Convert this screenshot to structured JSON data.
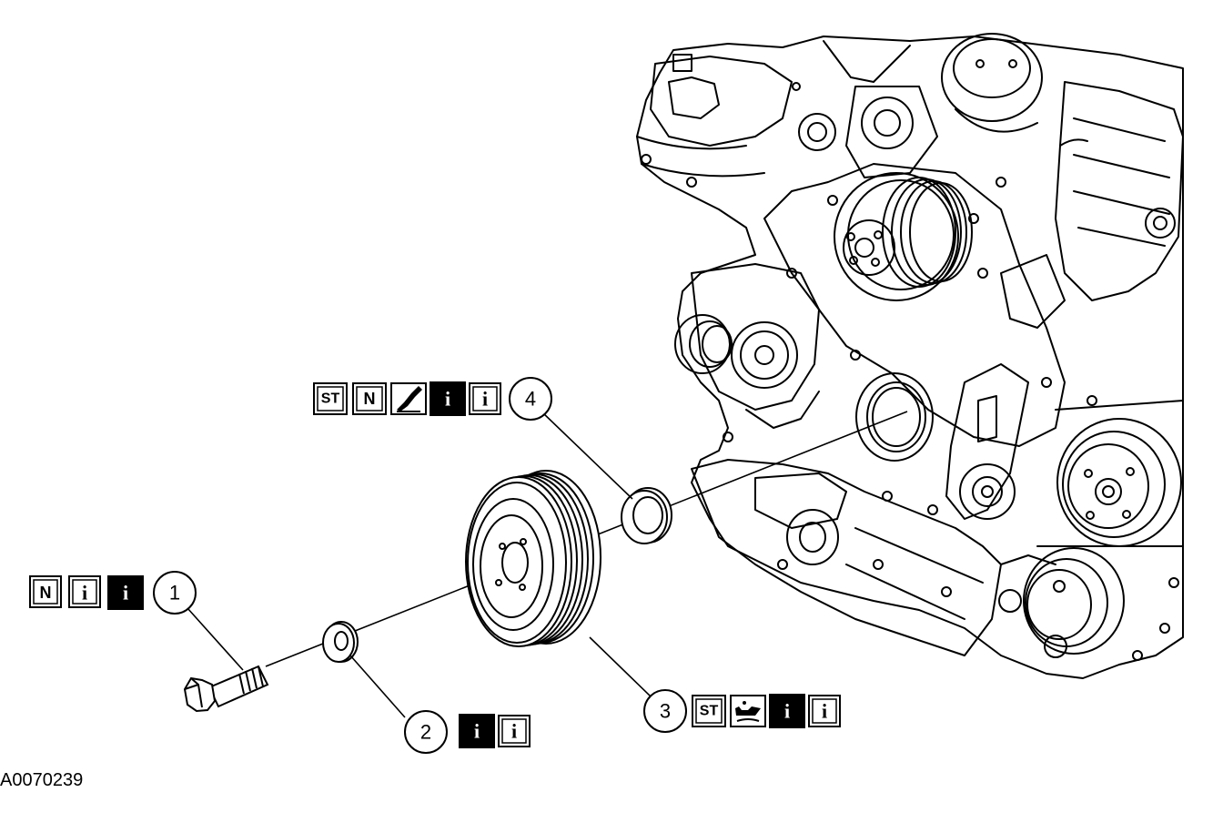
{
  "figure_id": "A0070239",
  "callouts": [
    {
      "number": "1",
      "symbols": [
        "N",
        "i",
        "i"
      ]
    },
    {
      "number": "2",
      "symbols": [
        "i",
        "i"
      ]
    },
    {
      "number": "3",
      "symbols": [
        "ST",
        "oil-can-icon",
        "i",
        "i"
      ]
    },
    {
      "number": "4",
      "symbols": [
        "ST",
        "N",
        "sealant-icon",
        "i",
        "i"
      ]
    }
  ]
}
